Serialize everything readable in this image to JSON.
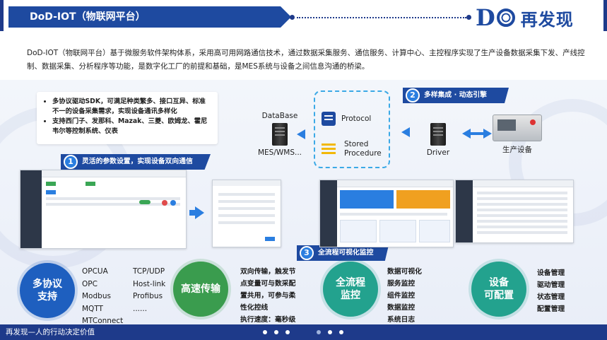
{
  "header": {
    "title": "DoD-IOT（物联网平台）",
    "logo_text": "再发现",
    "accent_color": "#1e4aa0"
  },
  "intro": "DoD-IOT（物联网平台）基于微服务软件架构体系，采用高可用网路通信技术，通过数据采集服务、通信服务、计算中心、主控程序实现了生产设备数据采集下发、产线控制、数据采集、分析程序等功能，是数字化工厂的前提和基础，是MES系统与设备之间信息沟通的桥梁。",
  "bullets": [
    "多协议驱动SDK，可满足种类繁多、接口互异、标准不一的设备采集需求，实现设备通讯多样化",
    "支持西门子、发那科、Mazak、三菱、欧姆龙、霍尼韦尔等控制系统、仪表"
  ],
  "architecture": {
    "database_label": "DataBase",
    "mes_label": "MES/WMS...",
    "protocol_label": "Protocol",
    "stored_line1": "Stored",
    "stored_line2": "Procedure",
    "driver_label": "Driver",
    "equipment_label": "生产设备"
  },
  "badges": [
    {
      "num": "1",
      "label": "灵活的参数设置，实现设备双向通信"
    },
    {
      "num": "2",
      "label": "多样集成 · 动态引擎"
    },
    {
      "num": "3",
      "label": "全流程可视化监控"
    }
  ],
  "features": [
    {
      "circle": "多协议\n支持",
      "items_a": [
        "OPCUA",
        "OPC",
        "Modbus",
        "MQTT",
        "MTConnect"
      ],
      "items_b": [
        "TCP/UDP",
        "Host-link",
        "Profibus",
        "......"
      ]
    },
    {
      "circle": "高速传输",
      "items": [
        "双向传输，触发节",
        "点变量可与数采配",
        "置共用，可参与柔",
        "性化控线",
        "执行速度：毫秒级"
      ]
    },
    {
      "circle": "全流程\n监控",
      "items": [
        "数据可视化",
        "服务监控",
        "组件监控",
        "数据监控",
        "系统日志"
      ]
    },
    {
      "circle": "设备\n可配置",
      "items": [
        "设备管理",
        "驱动管理",
        "状态管理",
        "配置管理"
      ]
    }
  ],
  "footer": {
    "slogan": "再发现—人的行动决定价值"
  },
  "icons": [
    "server-icon",
    "protocol-icon",
    "stored-procedure-icon",
    "arrow-left-icon",
    "arrow-right-icon",
    "equipment-icon"
  ]
}
